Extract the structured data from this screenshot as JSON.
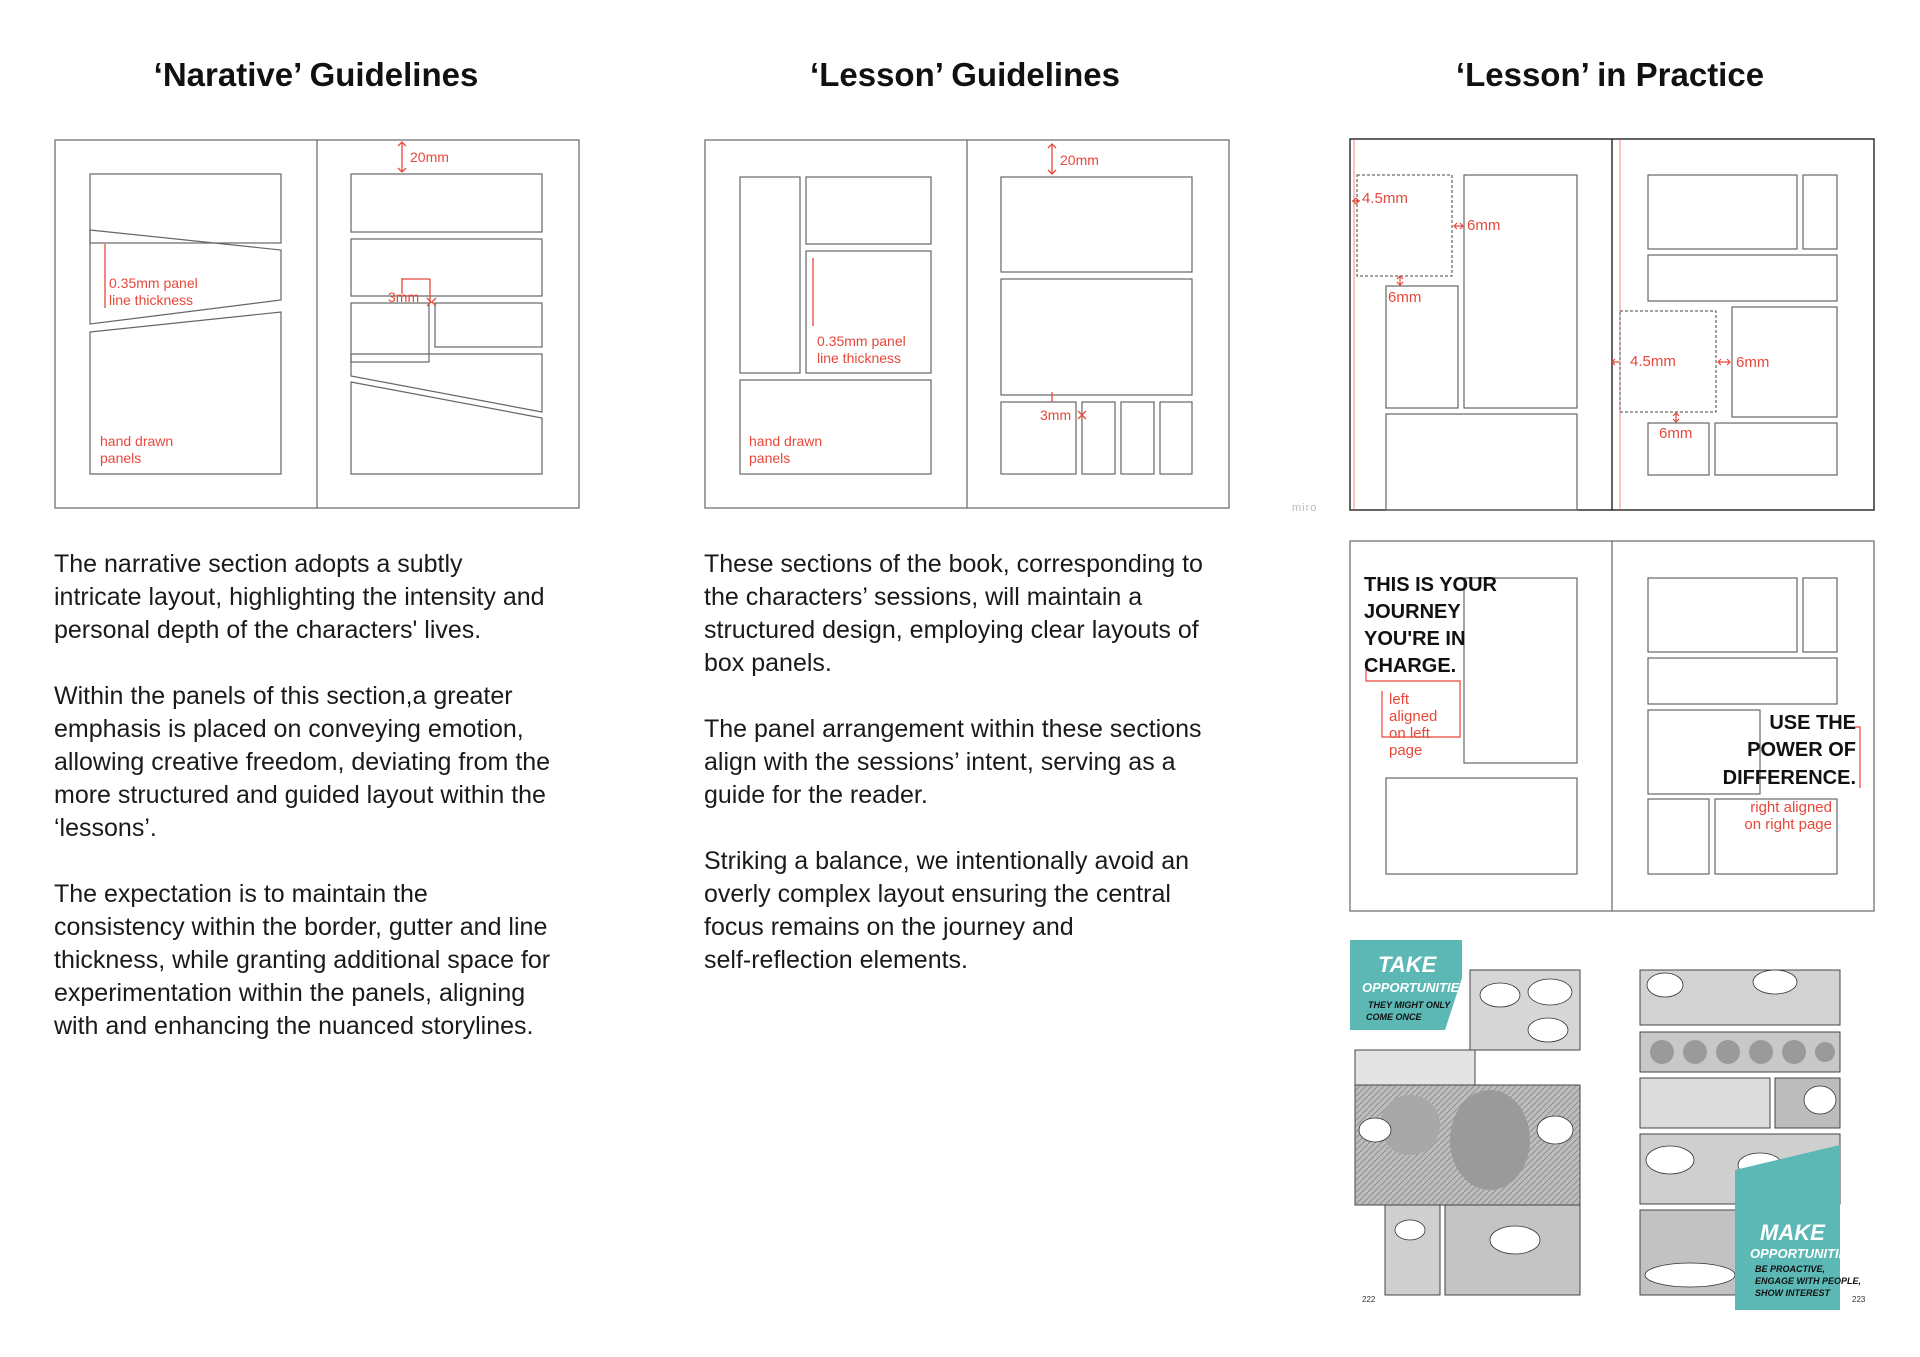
{
  "headings": {
    "narrative": "‘Narative’ Guidelines",
    "lesson": "‘Lesson’ Guidelines",
    "practice": "‘Lesson’ in Practice"
  },
  "narrative_diagram": {
    "margin_label": "20mm",
    "line_label_1": "0.35mm panel",
    "line_label_2": "line thickness",
    "gutter_label": "3mm",
    "hand_label_1": "hand drawn",
    "hand_label_2": "panels"
  },
  "lesson_diagram": {
    "margin_label": "20mm",
    "line_label_1": "0.35mm panel",
    "line_label_2": "line thickness",
    "gutter_label": "3mm",
    "hand_label_1": "hand drawn",
    "hand_label_2": "panels"
  },
  "practice_diagram_1": {
    "left_margin_label": "4.5mm",
    "left_gutter_label": "6mm",
    "left_vertical_label": "6mm",
    "right_margin_label": "4.5mm",
    "right_gutter_label": "6mm",
    "right_vertical_label": "6mm"
  },
  "practice_diagram_2": {
    "left_title_lines": [
      "THIS IS YOUR",
      "JOURNEY",
      "YOU'RE IN",
      "CHARGE."
    ],
    "left_note_lines": [
      "left",
      "aligned",
      "on left",
      "page"
    ],
    "right_title_lines": [
      "USE THE",
      "POWER OF",
      "DIFFERENCE."
    ],
    "right_note_lines": [
      "right aligned",
      "on right page"
    ]
  },
  "comic": {
    "left_title_1": "TAKE",
    "left_title_2": "OPPORTUNITIES",
    "left_sub_1": "THEY MIGHT ONLY",
    "left_sub_2": "COME ONCE",
    "right_title_1": "MAKE",
    "right_title_2": "OPPORTUNITIES",
    "right_sub_1": "BE PROACTIVE,",
    "right_sub_2": "ENGAGE WITH PEOPLE,",
    "right_sub_3": "SHOW INTEREST",
    "left_page_no": "222",
    "right_page_no": "223",
    "accent_color": "#5bb8b4"
  },
  "watermark": "miro",
  "texts": {
    "narrative": [
      "The narrative section adopts a subtly\nintricate layout, highlighting the intensity and\npersonal depth of the characters' lives.",
      "Within the panels of this section,a  greater\nemphasis is placed on conveying emotion,\nallowing creative freedom, deviating from the\nmore structured and guided layout within the\n‘lessons’.",
      "The expectation is to maintain the\nconsistency within the border, gutter and line\nthickness, while granting additional space for\nexperimentation within the panels, aligning\nwith and enhancing the nuanced storylines."
    ],
    "lesson": [
      "These sections of the book, corresponding to\nthe characters’ sessions, will maintain a\nstructured design, employing clear layouts of\nbox panels.",
      "The panel arrangement within these sections\nalign with the sessions’ intent, serving as a\nguide for the reader.",
      "Striking a balance, we intentionally avoid an\noverly complex layout ensuring the central\nfocus remains on the journey and\nself-reflection elements."
    ]
  },
  "colors": {
    "annotation": "#e8473a",
    "line": "#666666",
    "teal": "#5bb8b4"
  }
}
